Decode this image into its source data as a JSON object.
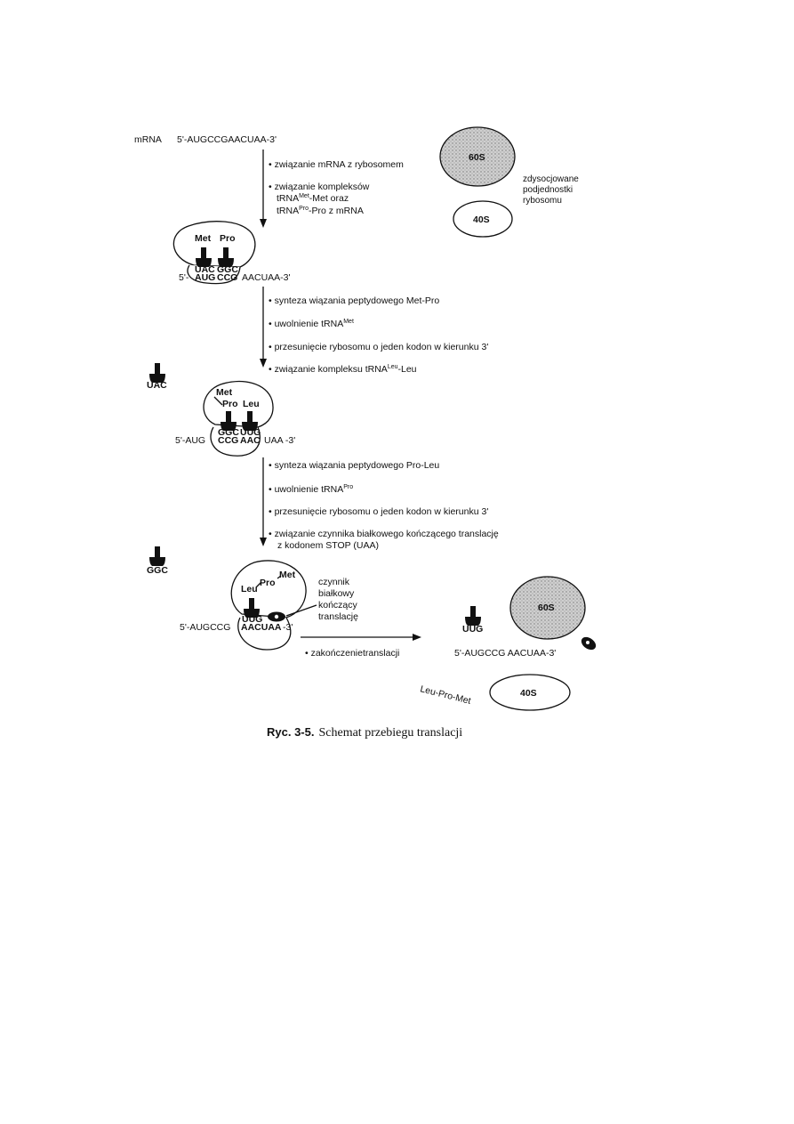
{
  "colors": {
    "ink": "#111111",
    "subunit_60s_fill": "#c8c8c8",
    "background": "#ffffff"
  },
  "top": {
    "mrna_label": "mRNA",
    "mrna_sequence": "5'-AUGCCGAACUAA-3'",
    "steps": {
      "s1": "związanie mRNA z rybosomem",
      "s2a": "związanie kompleksów",
      "s2b_pre": "tRNA",
      "s2b_sup": "Met",
      "s2b_post": "-Met oraz",
      "s2c_pre": "tRNA",
      "s2c_sup": "Pro",
      "s2c_post": "-Pro z mRNA"
    },
    "subunit_large": "60S",
    "subunit_small": "40S",
    "dissociated": [
      "zdysocjowane",
      "podjednostki",
      "rybosomu"
    ]
  },
  "stage1": {
    "aa1": "Met",
    "aa2": "Pro",
    "anticodon1": "UAC",
    "anticodon2": "GGC",
    "prefix": "5'-",
    "codon1": "AUG",
    "codon2": "CCG",
    "rest": "AACUAA-3'"
  },
  "steps2": {
    "a": "synteza wiązania peptydowego Met-Pro",
    "b_pre": "uwolnienie tRNA",
    "b_sup": "Met",
    "c": "przesunięcie rybosomu o jeden kodon w kierunku 3'",
    "d_pre": "związanie kompleksu tRNA",
    "d_sup": "Leu",
    "d_post": "-Leu"
  },
  "stage2": {
    "free_trna": "UAC",
    "aa_met": "Met",
    "aa_pro": "Pro",
    "aa_leu": "Leu",
    "anticodon1": "GGC",
    "anticodon2": "UUG",
    "prefix": "5'-AUG",
    "codon1": "CCG",
    "codon2": "AAC",
    "rest": "UAA -3'"
  },
  "steps3": {
    "a": "synteza wiązania peptydowego Pro-Leu",
    "b_pre": "uwolnienie tRNA",
    "b_sup": "Pro",
    "c": "przesunięcie rybosomu o jeden kodon w kierunku 3'",
    "d1": "związanie czynnika białkowego kończącego translację",
    "d2": "z kodonem STOP (UAA)"
  },
  "stage3": {
    "free_trna": "GGC",
    "aa_met": "Met",
    "aa_pro": "Pro",
    "aa_leu": "Leu",
    "anticodon": "UUG",
    "prefix": "5'-AUGCCG",
    "codon1": "AACUAA",
    "rest": "-3'",
    "factor": [
      "czynnik",
      "białkowy",
      "kończący",
      "translację"
    ],
    "termination": "zakończenietranslacji"
  },
  "final": {
    "trna": "UUG",
    "mrna": "5'-AUGCCG AACUAA-3'",
    "subunit_large": "60S",
    "subunit_small": "40S",
    "peptide": "Leu-Pro-Met"
  },
  "caption": {
    "label": "Ryc. 3-5.",
    "text": "Schemat przebiegu translacji"
  }
}
